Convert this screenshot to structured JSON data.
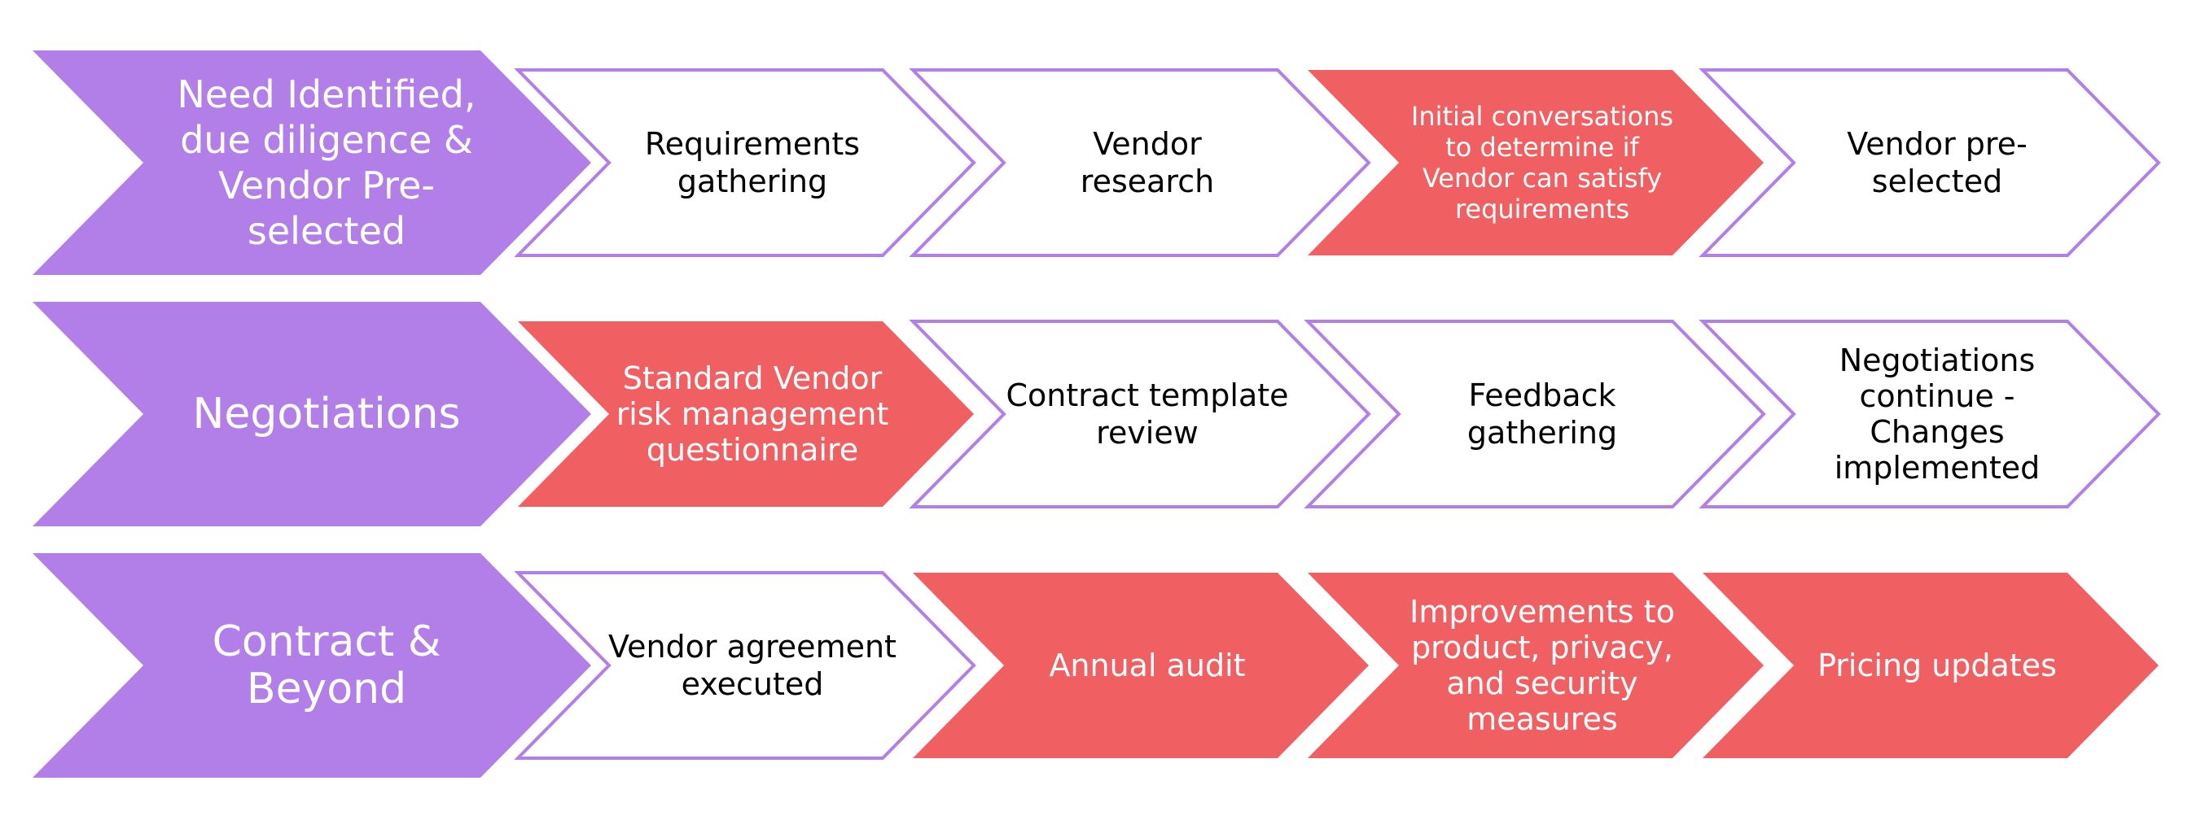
{
  "colors": {
    "stage_fill": "#B27FE8",
    "step_border": "#B27FE8",
    "highlight_fill": "#F05F62",
    "plain_fill": "#FFFFFF",
    "light_text": "#FFFFFF",
    "dark_text": "#000000"
  },
  "rows": [
    {
      "stage": {
        "lines": [
          "Need Identified,",
          "due diligence &",
          "Vendor Pre-",
          "selected"
        ]
      },
      "steps": [
        {
          "lines": [
            "Requirements",
            "gathering"
          ],
          "highlight": false
        },
        {
          "lines": [
            "Vendor",
            "research"
          ],
          "highlight": false
        },
        {
          "lines": [
            "Initial conversations",
            "to determine if",
            "Vendor can satisfy",
            "requirements"
          ],
          "highlight": true
        },
        {
          "lines": [
            "Vendor pre-",
            "selected"
          ],
          "highlight": false
        }
      ]
    },
    {
      "stage": {
        "lines": [
          "Negotiations"
        ]
      },
      "steps": [
        {
          "lines": [
            "Standard Vendor",
            "risk management",
            "questionnaire"
          ],
          "highlight": true
        },
        {
          "lines": [
            "Contract template",
            "review"
          ],
          "highlight": false
        },
        {
          "lines": [
            "Feedback",
            "gathering"
          ],
          "highlight": false
        },
        {
          "lines": [
            "Negotiations",
            "continue -",
            "Changes",
            "implemented"
          ],
          "highlight": false
        }
      ]
    },
    {
      "stage": {
        "lines": [
          "Contract &",
          "Beyond"
        ]
      },
      "steps": [
        {
          "lines": [
            "Vendor agreement",
            "executed"
          ],
          "highlight": false
        },
        {
          "lines": [
            "Annual audit"
          ],
          "highlight": true
        },
        {
          "lines": [
            "Improvements to",
            "product, privacy,",
            "and security",
            "measures"
          ],
          "highlight": true
        },
        {
          "lines": [
            "Pricing updates"
          ],
          "highlight": true
        }
      ]
    }
  ]
}
